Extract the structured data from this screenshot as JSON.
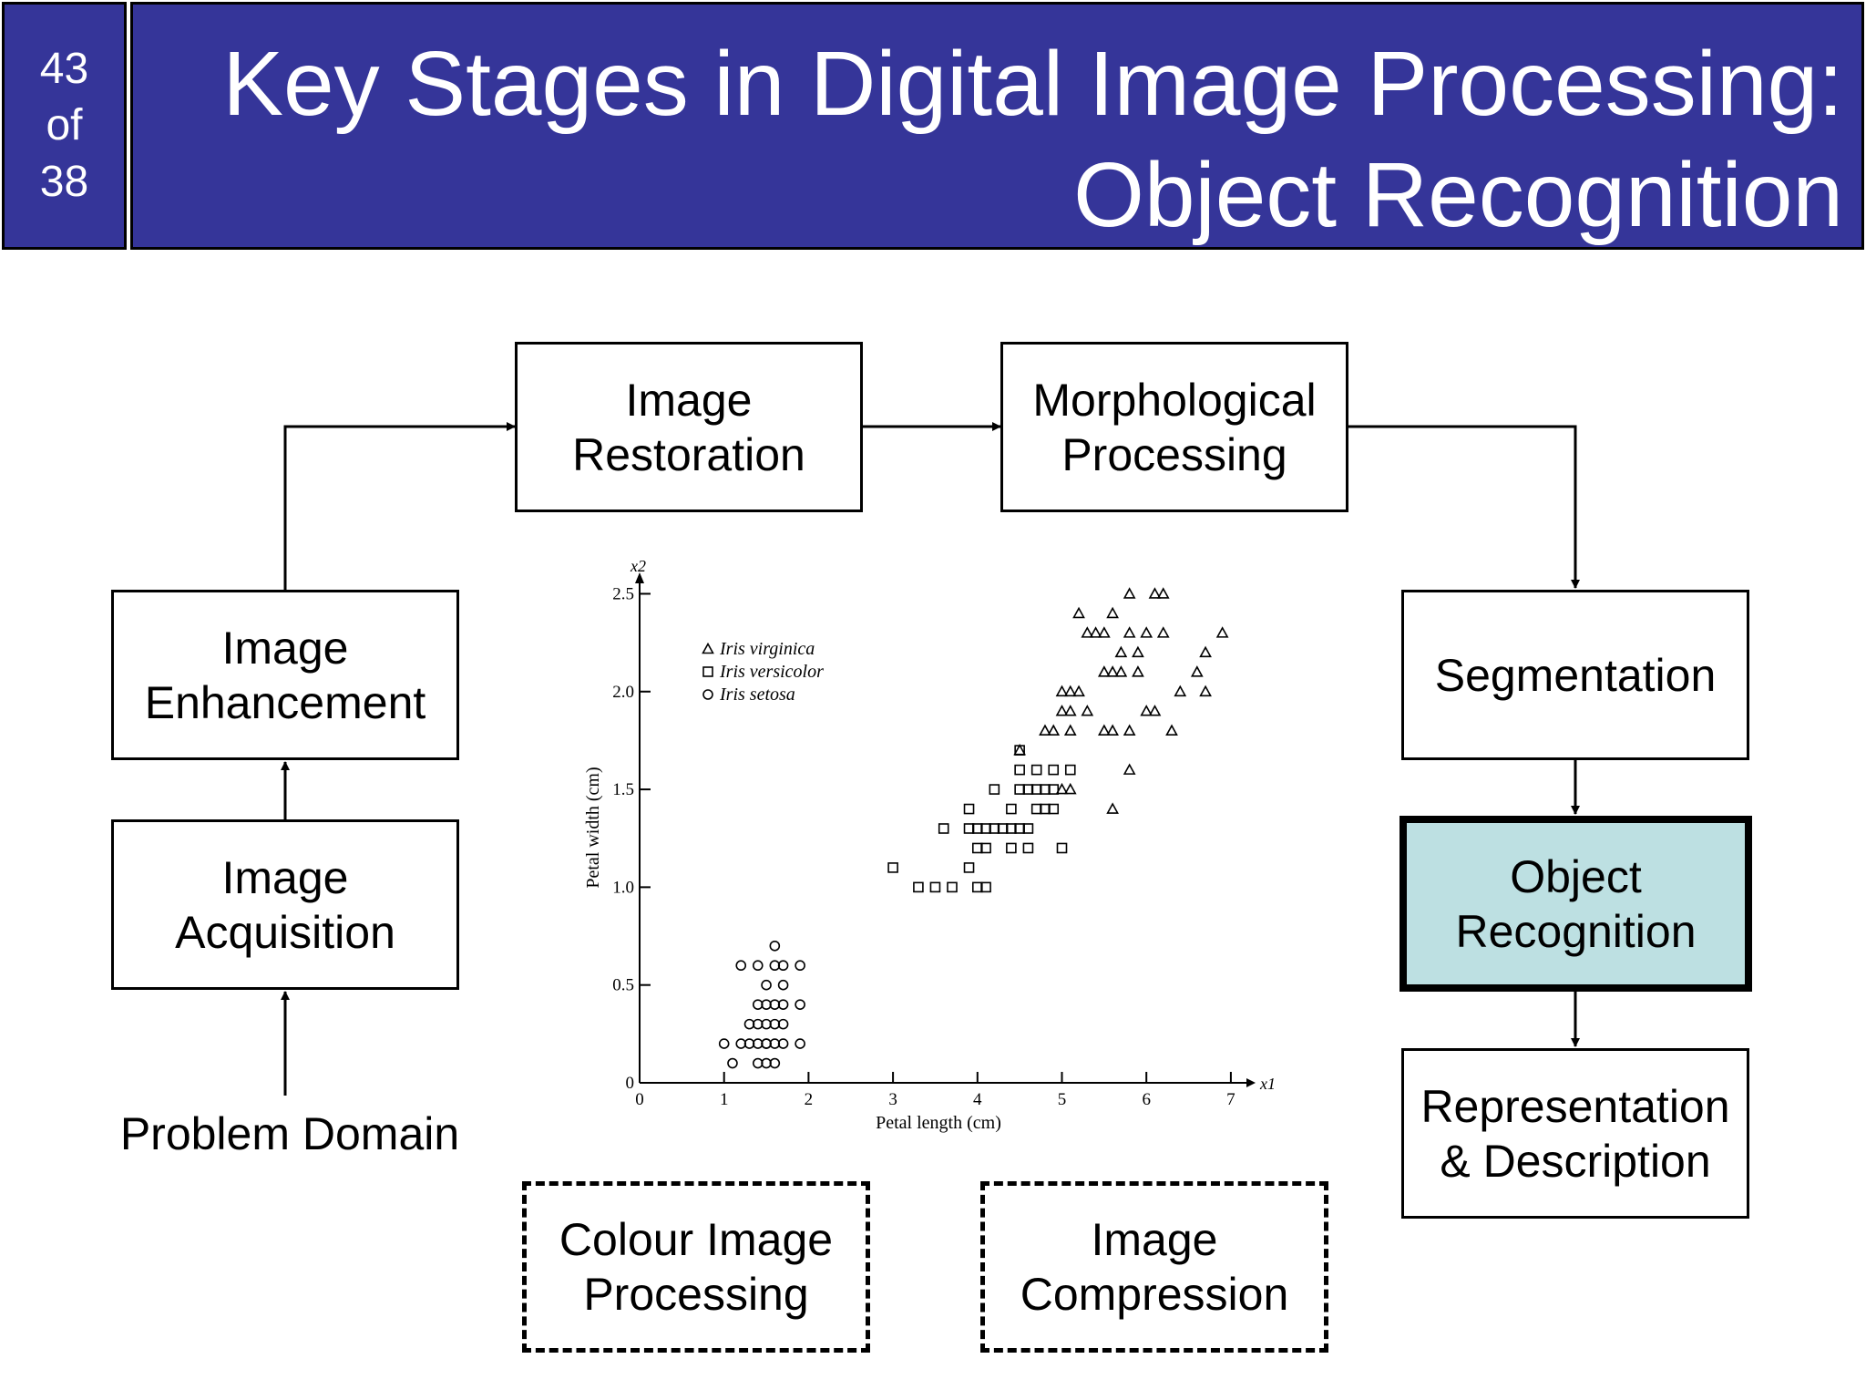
{
  "slide": {
    "number": "43",
    "of": "of",
    "total": "38"
  },
  "title": {
    "line1": "Key Stages in Digital Image Processing:",
    "line2": "Object Recognition"
  },
  "stages": {
    "image_restoration": "Image\nRestoration",
    "morphological_processing": "Morphological\nProcessing",
    "image_enhancement": "Image\nEnhancement",
    "image_acquisition": "Image\nAcquisition",
    "segmentation": "Segmentation",
    "object_recognition": "Object\nRecognition",
    "representation_description": "Representation\n& Description",
    "colour_image_processing": "Colour Image\nProcessing",
    "image_compression": "Image\nCompression",
    "problem_domain": "Problem Domain"
  },
  "colors": {
    "title_bar": "#353599",
    "highlight": "#bde0e2"
  },
  "chart_data": {
    "type": "scatter",
    "xlabel": "Petal length (cm)",
    "ylabel": "Petal width (cm)",
    "x_axis_symbol": "x1",
    "y_axis_symbol": "x2",
    "xlim": [
      0,
      7.4
    ],
    "ylim": [
      0,
      2.6
    ],
    "x_ticks": [
      "0",
      "1",
      "2",
      "3",
      "4",
      "5",
      "6",
      "7"
    ],
    "y_ticks": [
      "0",
      "0.5",
      "1.0",
      "1.5",
      "2.0",
      "2.5"
    ],
    "legend_position": "top-left",
    "series": [
      {
        "name": "Iris virginica",
        "marker": "triangle",
        "points": [
          [
            5.2,
            2.4
          ],
          [
            5.6,
            2.4
          ],
          [
            5.8,
            2.5
          ],
          [
            6.1,
            2.5
          ],
          [
            6.2,
            2.5
          ],
          [
            5.3,
            2.3
          ],
          [
            5.4,
            2.3
          ],
          [
            5.5,
            2.3
          ],
          [
            5.8,
            2.3
          ],
          [
            6.0,
            2.3
          ],
          [
            6.2,
            2.3
          ],
          [
            6.9,
            2.3
          ],
          [
            5.7,
            2.2
          ],
          [
            5.9,
            2.2
          ],
          [
            6.7,
            2.2
          ],
          [
            5.5,
            2.1
          ],
          [
            5.6,
            2.1
          ],
          [
            5.7,
            2.1
          ],
          [
            5.9,
            2.1
          ],
          [
            6.6,
            2.1
          ],
          [
            5.0,
            2.0
          ],
          [
            5.1,
            2.0
          ],
          [
            5.2,
            2.0
          ],
          [
            6.4,
            2.0
          ],
          [
            6.7,
            2.0
          ],
          [
            5.0,
            1.9
          ],
          [
            5.1,
            1.9
          ],
          [
            5.3,
            1.9
          ],
          [
            6.0,
            1.9
          ],
          [
            6.1,
            1.9
          ],
          [
            4.8,
            1.8
          ],
          [
            4.9,
            1.8
          ],
          [
            5.1,
            1.8
          ],
          [
            5.5,
            1.8
          ],
          [
            5.6,
            1.8
          ],
          [
            5.8,
            1.8
          ],
          [
            6.3,
            1.8
          ],
          [
            4.5,
            1.7
          ],
          [
            5.1,
            1.5
          ],
          [
            5.6,
            1.4
          ],
          [
            5.8,
            1.6
          ],
          [
            5.0,
            1.5
          ]
        ]
      },
      {
        "name": "Iris versicolor",
        "marker": "square",
        "points": [
          [
            3.0,
            1.1
          ],
          [
            3.3,
            1.0
          ],
          [
            3.5,
            1.0
          ],
          [
            3.7,
            1.0
          ],
          [
            3.9,
            1.1
          ],
          [
            4.0,
            1.0
          ],
          [
            4.1,
            1.0
          ],
          [
            4.0,
            1.2
          ],
          [
            4.1,
            1.2
          ],
          [
            4.4,
            1.2
          ],
          [
            4.6,
            1.2
          ],
          [
            5.0,
            1.2
          ],
          [
            3.6,
            1.3
          ],
          [
            3.9,
            1.3
          ],
          [
            4.0,
            1.3
          ],
          [
            4.1,
            1.3
          ],
          [
            4.2,
            1.3
          ],
          [
            4.3,
            1.3
          ],
          [
            4.4,
            1.3
          ],
          [
            4.5,
            1.3
          ],
          [
            4.6,
            1.3
          ],
          [
            4.7,
            1.4
          ],
          [
            4.4,
            1.4
          ],
          [
            4.8,
            1.4
          ],
          [
            4.9,
            1.4
          ],
          [
            3.9,
            1.4
          ],
          [
            4.5,
            1.5
          ],
          [
            4.6,
            1.5
          ],
          [
            4.7,
            1.5
          ],
          [
            4.8,
            1.5
          ],
          [
            4.9,
            1.5
          ],
          [
            4.2,
            1.5
          ],
          [
            4.5,
            1.6
          ],
          [
            4.7,
            1.6
          ],
          [
            4.9,
            1.6
          ],
          [
            4.5,
            1.7
          ],
          [
            5.1,
            1.6
          ]
        ]
      },
      {
        "name": "Iris setosa",
        "marker": "circle",
        "points": [
          [
            1.1,
            0.1
          ],
          [
            1.4,
            0.1
          ],
          [
            1.5,
            0.1
          ],
          [
            1.0,
            0.2
          ],
          [
            1.2,
            0.2
          ],
          [
            1.3,
            0.2
          ],
          [
            1.4,
            0.2
          ],
          [
            1.5,
            0.2
          ],
          [
            1.6,
            0.2
          ],
          [
            1.7,
            0.2
          ],
          [
            1.9,
            0.2
          ],
          [
            1.3,
            0.3
          ],
          [
            1.4,
            0.3
          ],
          [
            1.5,
            0.3
          ],
          [
            1.6,
            0.3
          ],
          [
            1.7,
            0.3
          ],
          [
            1.4,
            0.4
          ],
          [
            1.5,
            0.4
          ],
          [
            1.6,
            0.4
          ],
          [
            1.7,
            0.4
          ],
          [
            1.9,
            0.4
          ],
          [
            1.5,
            0.5
          ],
          [
            1.7,
            0.5
          ],
          [
            1.2,
            0.6
          ],
          [
            1.6,
            0.6
          ],
          [
            1.7,
            0.6
          ],
          [
            1.9,
            0.6
          ],
          [
            1.4,
            0.6
          ],
          [
            1.6,
            0.7
          ],
          [
            1.5,
            0.2
          ],
          [
            1.6,
            0.1
          ]
        ]
      }
    ]
  }
}
